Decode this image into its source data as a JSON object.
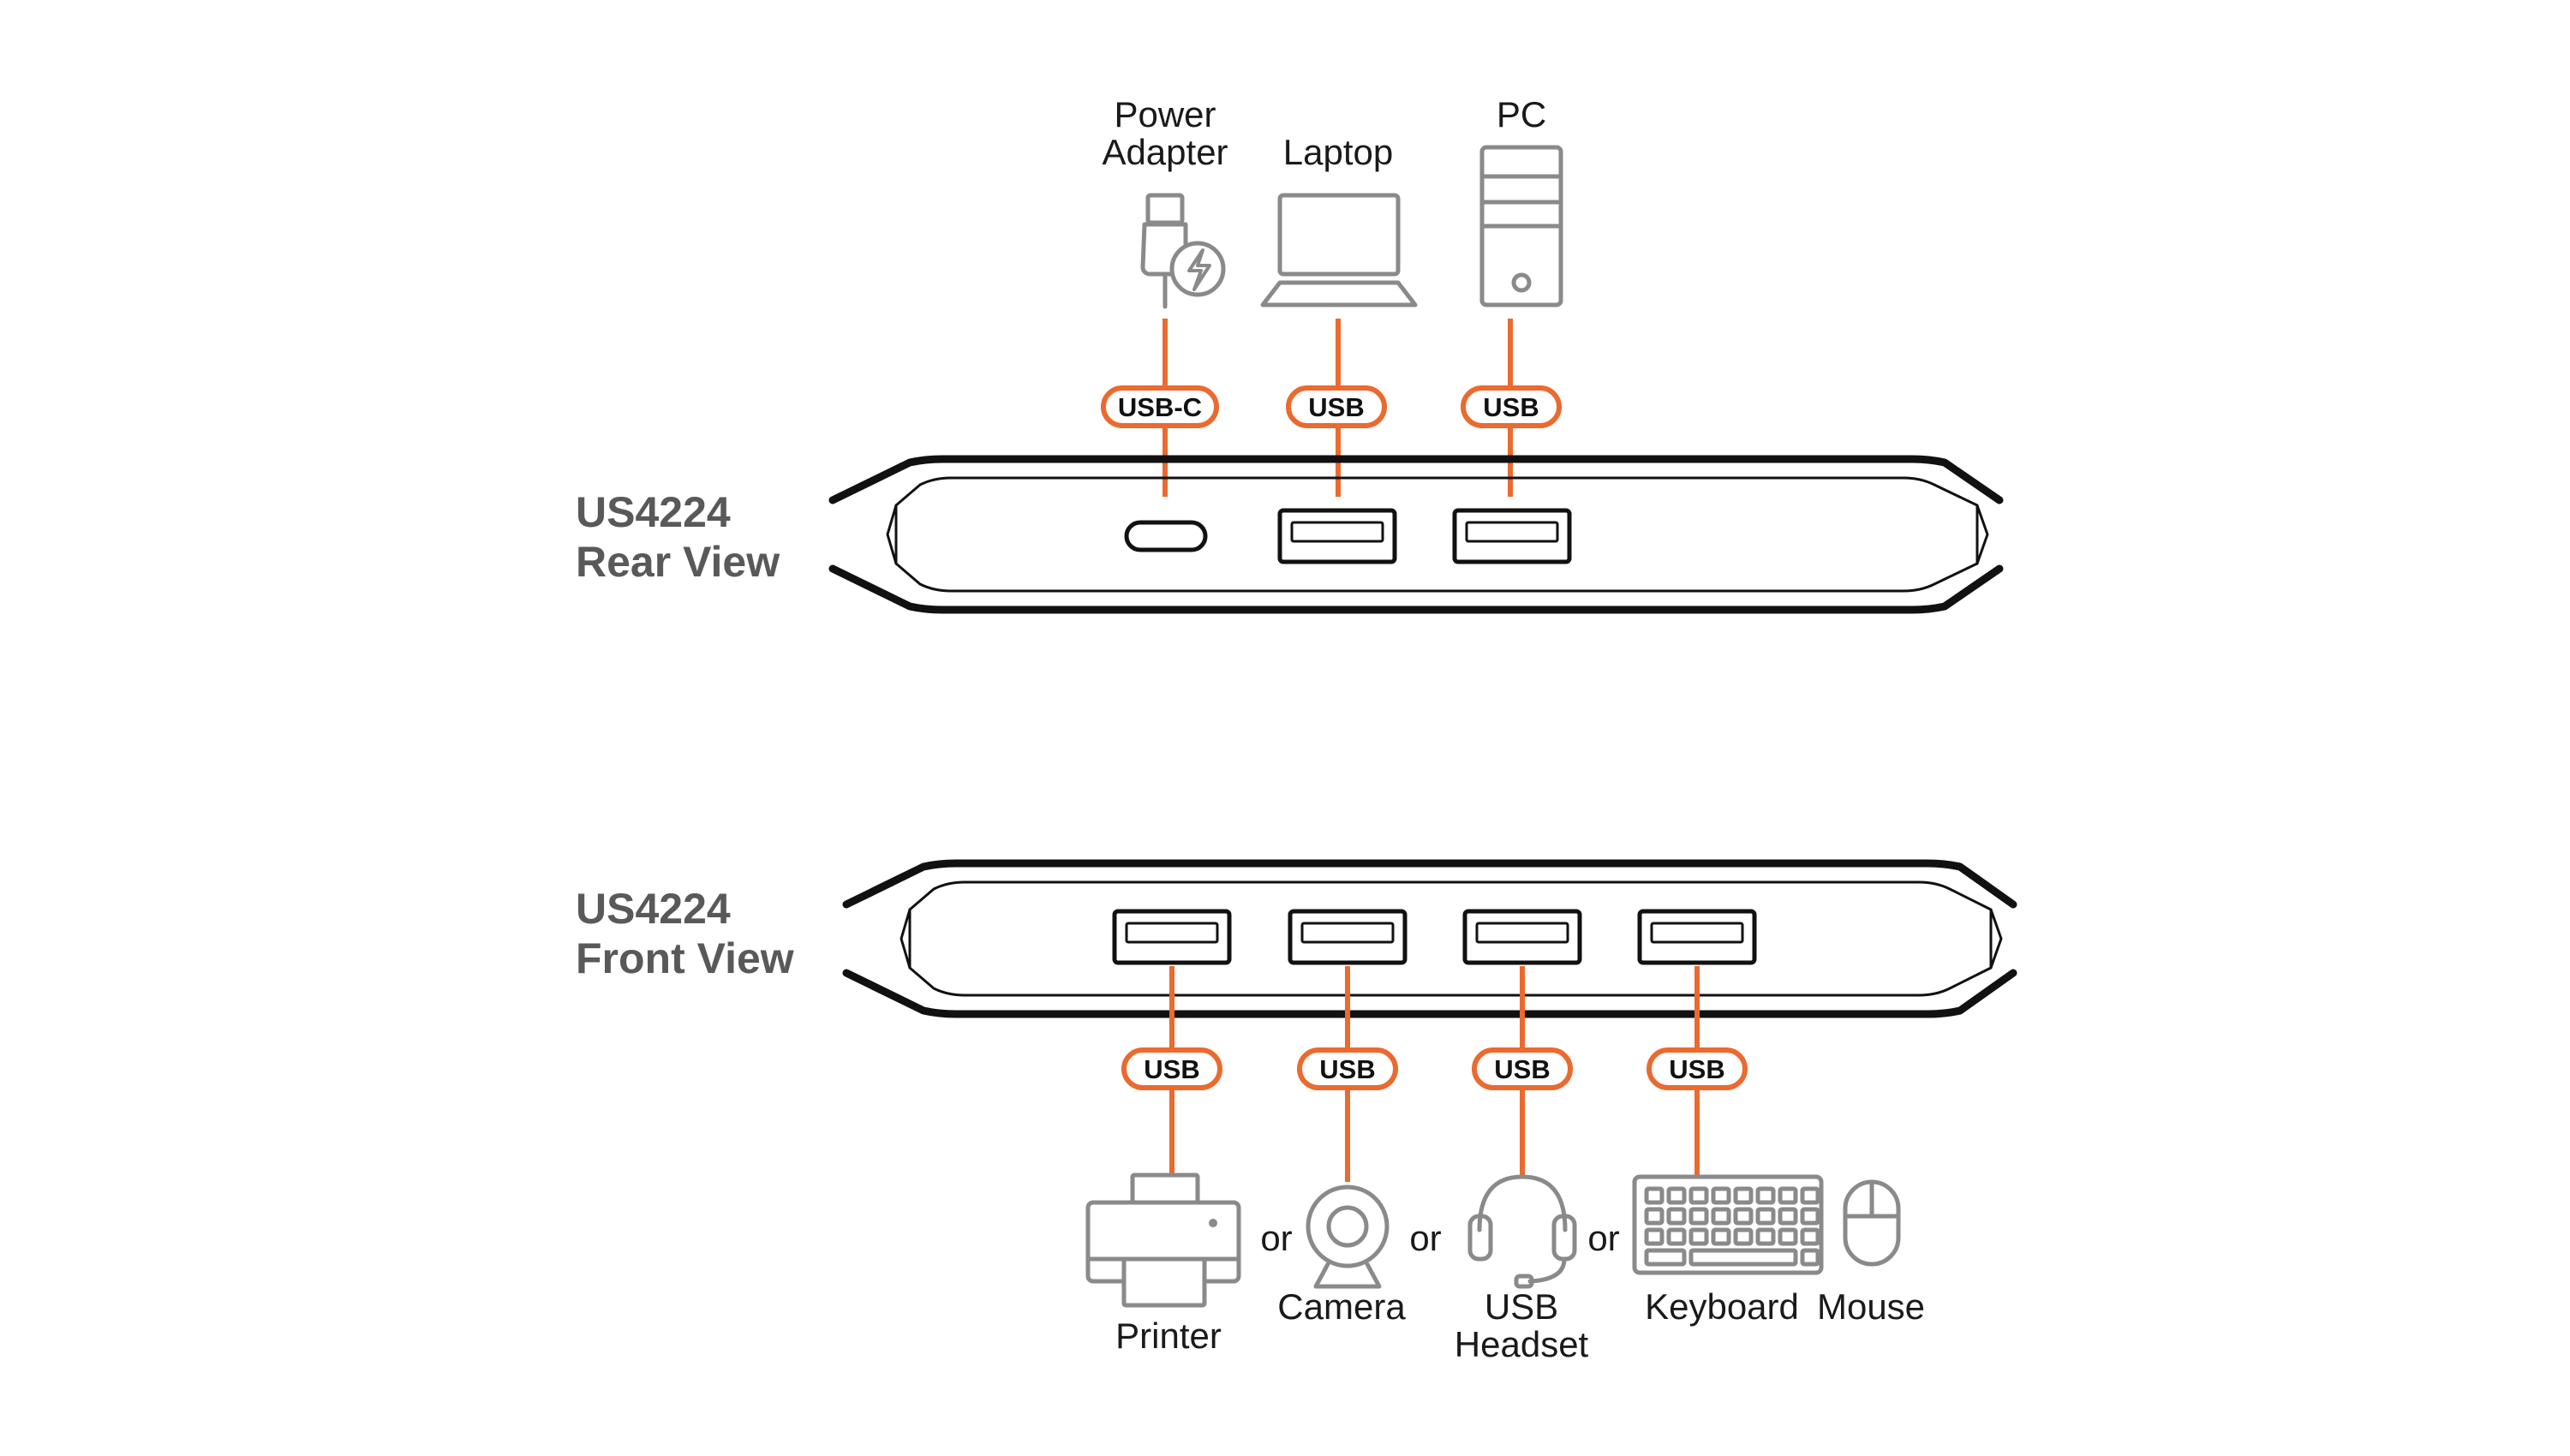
{
  "rear": {
    "title_line1": "US4224",
    "title_line2": "Rear View",
    "devices": {
      "power_line1": "Power",
      "power_line2": "Adapter",
      "laptop": "Laptop",
      "pc": "PC"
    },
    "connectors": [
      "USB-C",
      "USB",
      "USB"
    ]
  },
  "front": {
    "title_line1": "US4224",
    "title_line2": "Front View",
    "connectors": [
      "USB",
      "USB",
      "USB",
      "USB"
    ],
    "devices": {
      "printer": "Printer",
      "camera": "Camera",
      "headset_line1": "USB",
      "headset_line2": "Headset",
      "keyboard": "Keyboard",
      "mouse": "Mouse"
    },
    "separators": [
      "or",
      "or",
      "or"
    ]
  },
  "colors": {
    "accent": "#ea6a2f",
    "icon": "#8a8a8a",
    "title": "#595959",
    "outline": "#111111"
  },
  "icons": [
    "power-adapter-icon",
    "laptop-icon",
    "pc-tower-icon",
    "printer-icon",
    "webcam-icon",
    "headset-icon",
    "keyboard-icon",
    "mouse-icon"
  ]
}
